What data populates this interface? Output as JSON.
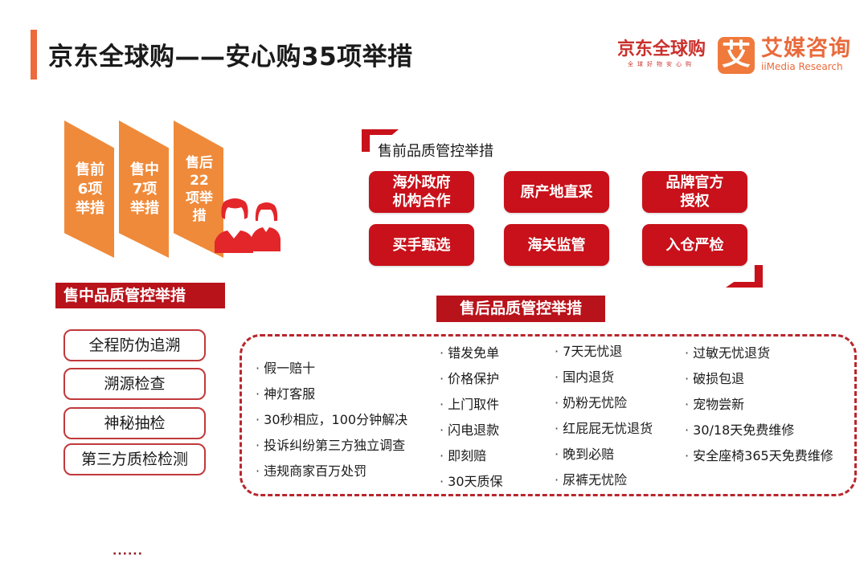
{
  "title": "京东全球购——安心购35项举措",
  "logos": {
    "jd": {
      "main": "京东全球购",
      "sub": "全球好物安心购"
    },
    "imedia": {
      "mark": "艾",
      "cn": "艾媒咨询",
      "en": "iiMedia Research"
    }
  },
  "colors": {
    "accent_orange": "#ef8a3a",
    "title_bar": "#ec6a3c",
    "brand_red": "#c8111a",
    "header_red": "#b8121a"
  },
  "stages": [
    {
      "label": "售前\n6项\n举措"
    },
    {
      "label": "售中\n7项\n举措"
    },
    {
      "label": "售后\n22\n项举\n措"
    }
  ],
  "pre_sale": {
    "title": "售前品质管控举措",
    "items": [
      "海外政府\n机构合作",
      "原产地直采",
      "品牌官方\n授权",
      "买手甄选",
      "海关监管",
      "入仓严检"
    ]
  },
  "mid_sale": {
    "title": "售中品质管控举措",
    "items": [
      "全程防伪追溯",
      "溯源检查",
      "神秘抽检",
      "第三方质检检测"
    ]
  },
  "post_sale": {
    "title": "售后品质管控举措",
    "columns": [
      [
        "假一赔十",
        "神灯客服",
        "30秒相应，100分钟解决",
        "投诉纠纷第三方独立调查",
        "违规商家百万处罚"
      ],
      [
        "错发免单",
        "价格保护",
        "上门取件",
        "闪电退款",
        "即刻赔",
        "30天质保"
      ],
      [
        "7天无忧退",
        "国内退货",
        "奶粉无忧险",
        "红屁屁无忧退货",
        "晚到必赔",
        "尿裤无忧险"
      ],
      [
        "过敏无忧退货",
        "破损包退",
        "宠物尝新",
        "30/18天免费维修",
        "安全座椅365天免费维修"
      ]
    ]
  },
  "footer": {
    "dots": "······"
  }
}
